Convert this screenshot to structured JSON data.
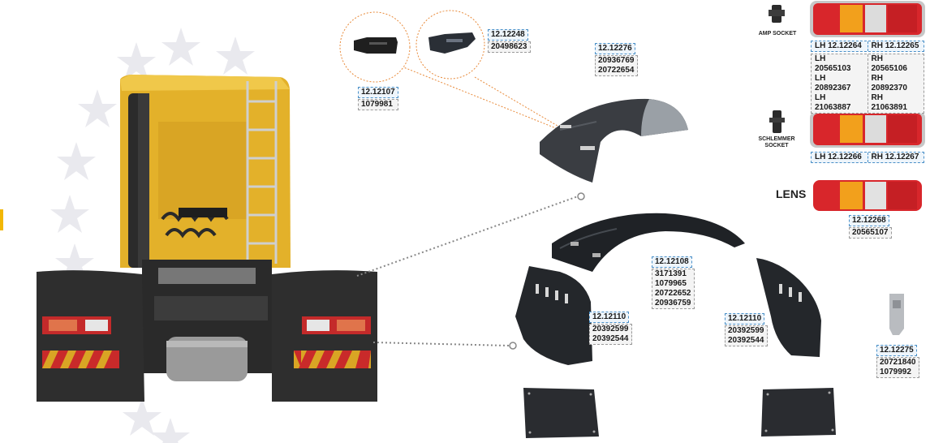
{
  "parts": {
    "bracket_a": {
      "ref": "12.12107",
      "oem": [
        "1079981"
      ]
    },
    "bracket_b": {
      "ref": "12.12248",
      "oem": [
        "20498623"
      ]
    },
    "mudguard_top": {
      "ref": "12.12276",
      "oem": [
        "20936769",
        "20722654"
      ]
    },
    "mudguard_main": {
      "ref": "12.12108",
      "oem": [
        "3171391",
        "1079965",
        "20722652",
        "20936759"
      ]
    },
    "flap_left": {
      "ref": "12.12110",
      "oem": [
        "20392599",
        "20392544"
      ]
    },
    "flap_right": {
      "ref": "12.12110",
      "oem": [
        "20392599",
        "20392544"
      ]
    },
    "lens": {
      "label": "LENS",
      "ref": "12.12268",
      "oem": [
        "20565107"
      ]
    },
    "clip": {
      "ref": "12.12275",
      "oem": [
        "20721840",
        "1079992"
      ]
    }
  },
  "lamp_amp": {
    "socket_label": "AMP SOCKET",
    "lh_ref": "LH 12.12264",
    "rh_ref": "RH 12.12265",
    "lh_oem": [
      "LH 20565103",
      "LH 20892367",
      "LH 21063887"
    ],
    "rh_oem": [
      "RH 20565106",
      "RH 20892370",
      "RH 21063891"
    ]
  },
  "lamp_schlemmer": {
    "socket_label_1": "SCHLEMMER",
    "socket_label_2": "SOCKET",
    "lh_ref": "LH 12.12266",
    "rh_ref": "RH 12.12267"
  },
  "colors": {
    "accent_box": "#4a90c8",
    "truck_yellow": "#e3b12a",
    "lamp_red": "#d8262b",
    "lamp_amber": "#f2a01c",
    "leader_orange": "#e88a3a"
  }
}
